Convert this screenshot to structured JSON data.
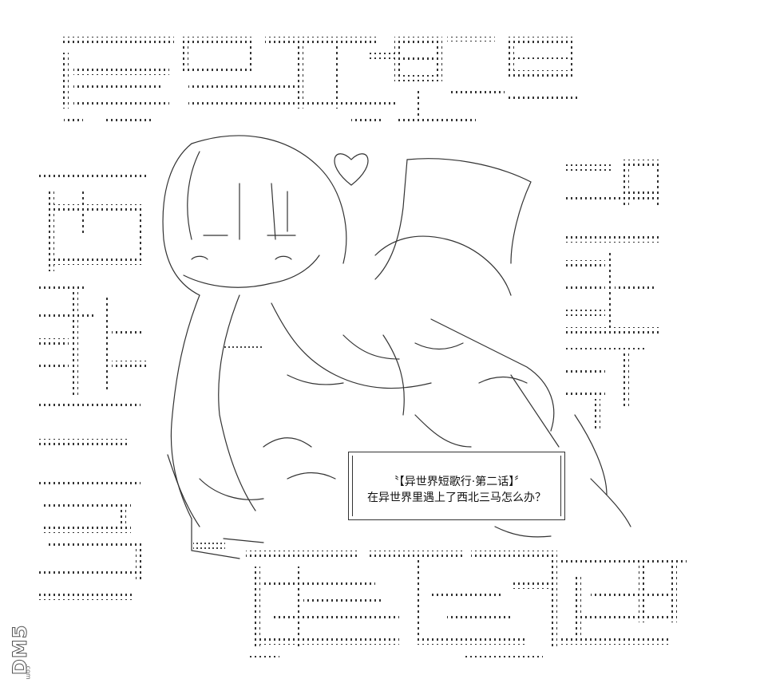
{
  "caption": {
    "title": "〝【异世界短歌行·第二话】〞",
    "subtitle": "在异世界里遇上了西北三马怎么办？"
  },
  "watermark": {
    "logo_text": "DM5",
    "logo_sub": ".com"
  },
  "colors": {
    "ink": "#222222",
    "background": "#ffffff"
  }
}
